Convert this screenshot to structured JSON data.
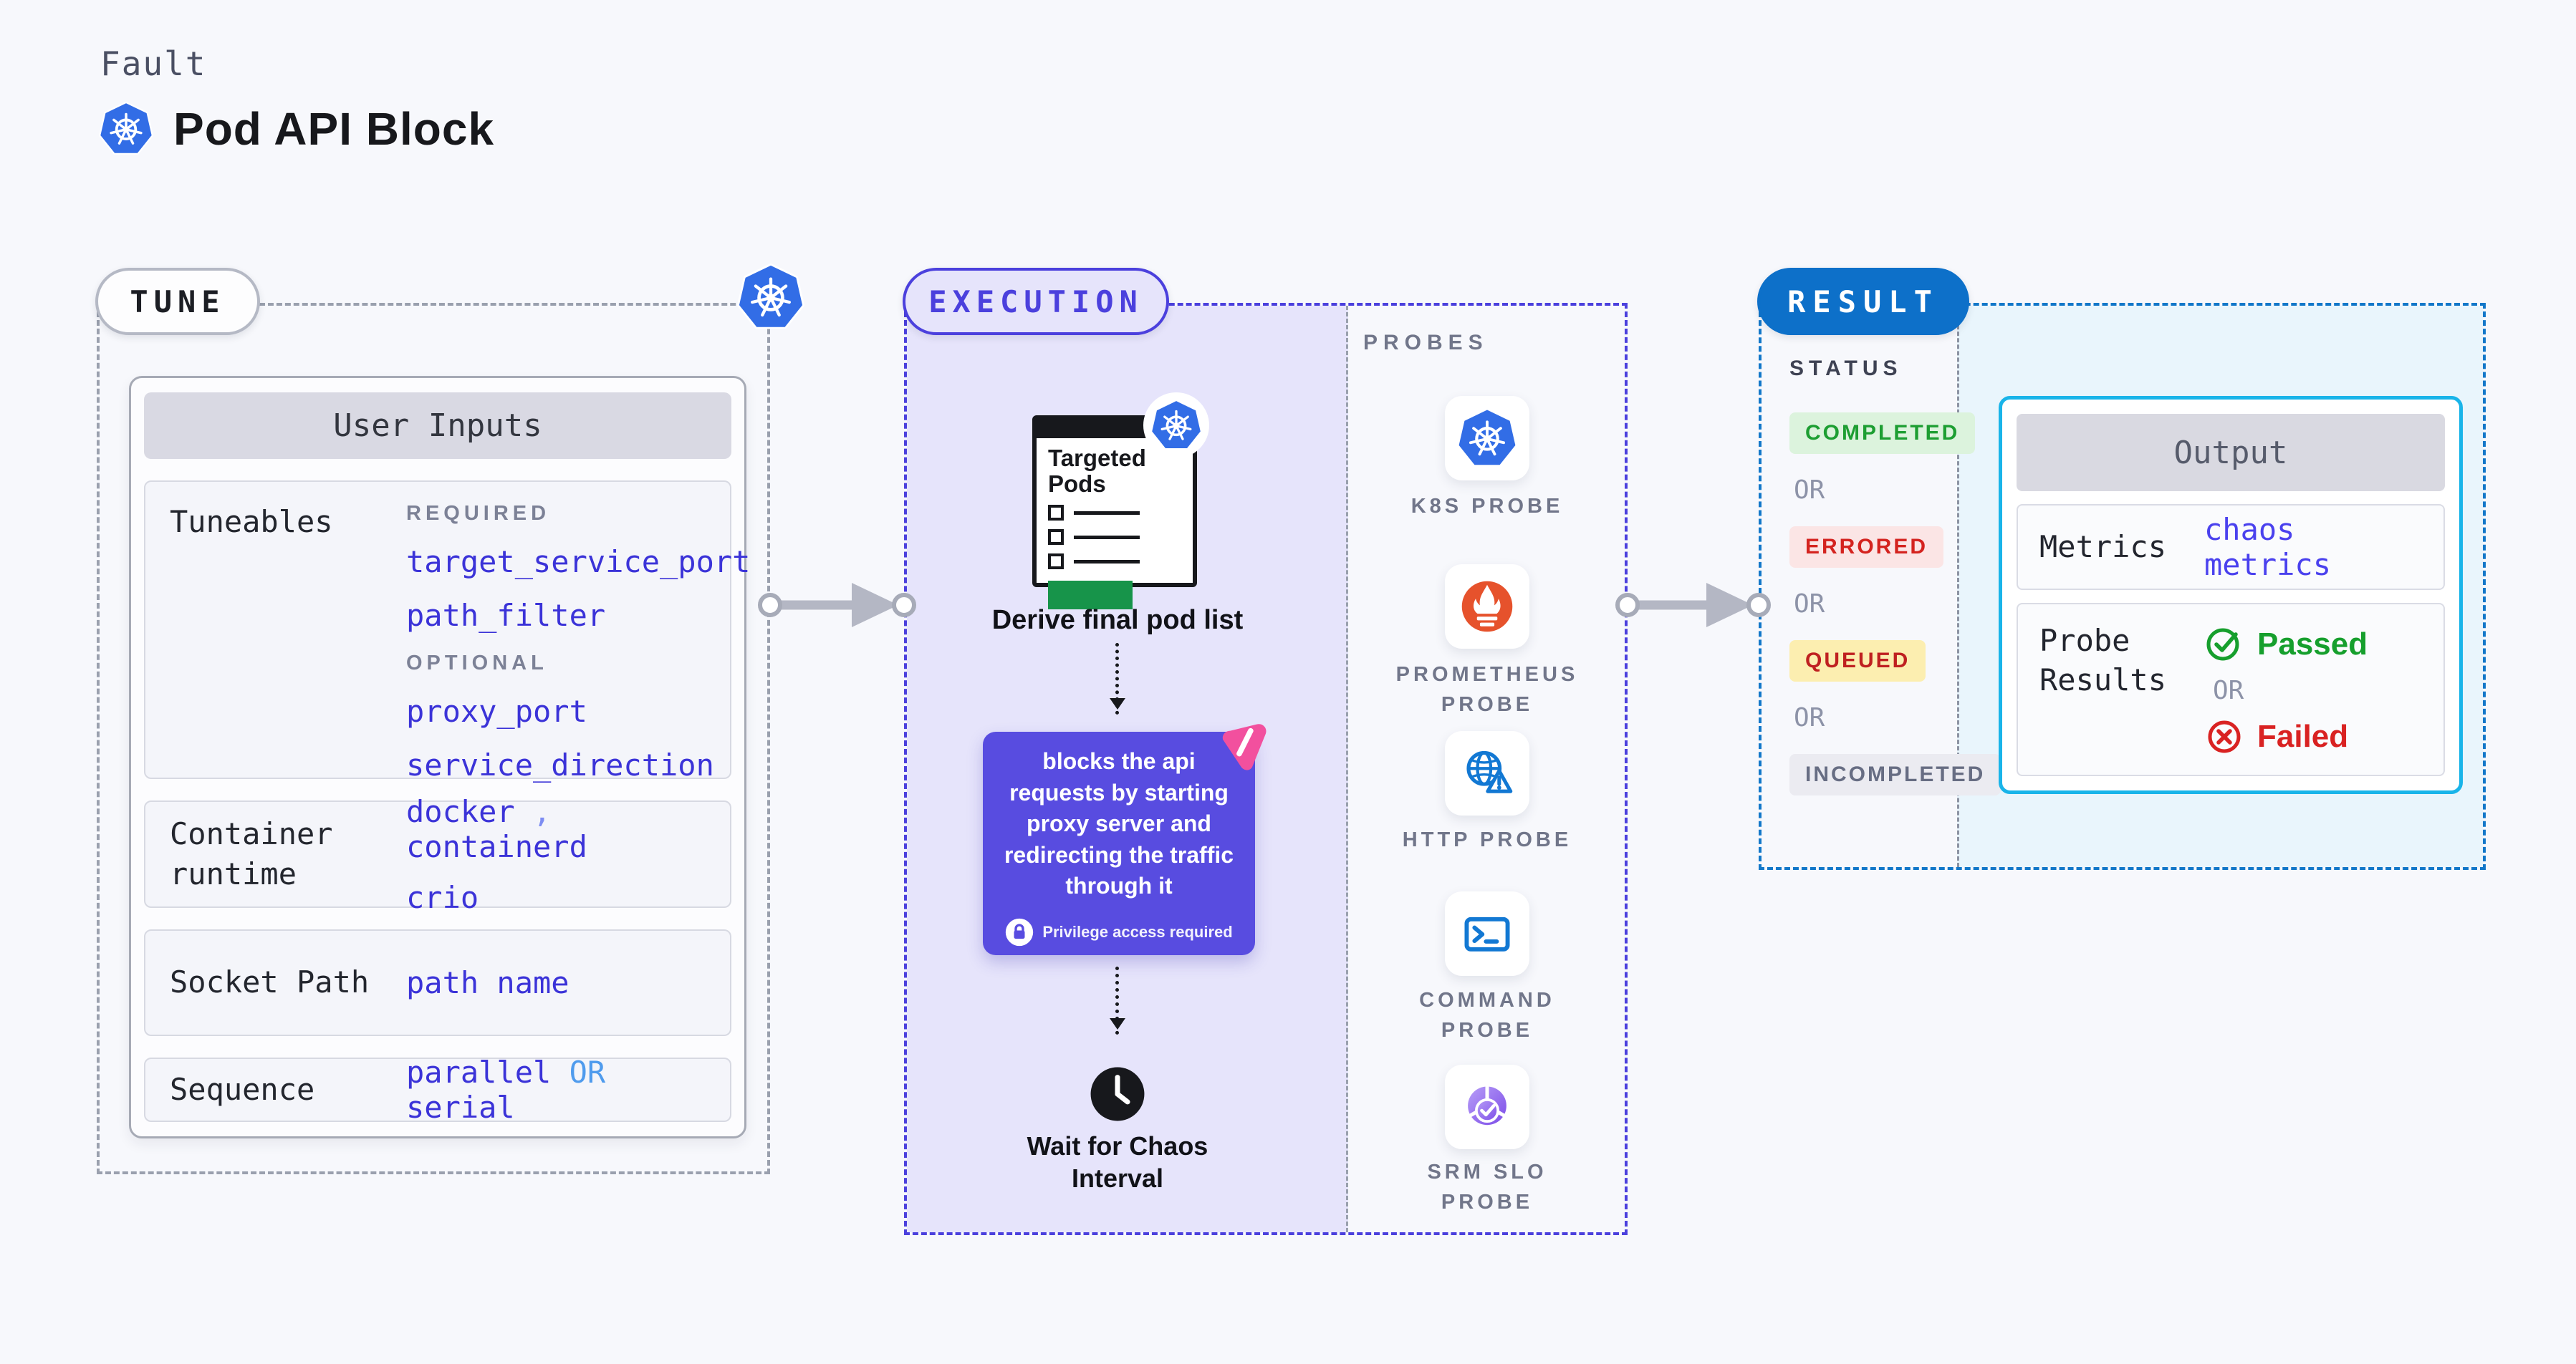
{
  "header": {
    "eyebrow": "Fault",
    "title": "Pod API Block",
    "icon": "kubernetes-icon"
  },
  "colors": {
    "background": "#f7f8fc",
    "kubernetes_blue": "#326de6",
    "tune_border_gray": "#9aa0ae",
    "execution_indigo": "#4b40dd",
    "execution_fill": "#e6e4fb",
    "fault_box_indigo": "#584ce0",
    "litmus_pink": "#f2509e",
    "result_blue": "#0d70c9",
    "output_cyan": "#19b4e9",
    "value_blue": "#3b33d8",
    "passed_green": "#169f2d",
    "failed_red": "#d92222",
    "prometheus_orange": "#e6522c",
    "green_bar": "#17944a"
  },
  "tune": {
    "pill_label": "TUNE",
    "card_title": "User Inputs",
    "tuneables": {
      "label": "Tuneables",
      "required_heading": "REQUIRED",
      "required_items": [
        "target_service_port",
        "path_filter"
      ],
      "optional_heading": "OPTIONAL",
      "optional_items": [
        "proxy_port",
        "service_direction"
      ]
    },
    "container_runtime": {
      "label": "Container runtime",
      "value1": "docker",
      "separator": ",",
      "value2": "containerd",
      "value3": "crio"
    },
    "socket_path": {
      "label": "Socket Path",
      "value": "path name"
    },
    "sequence": {
      "label": "Sequence",
      "option1": "parallel",
      "or": "OR",
      "option2": "serial"
    }
  },
  "execution": {
    "pill_label": "EXECUTION",
    "clipboard_title": "Targeted Pods",
    "derive_label": "Derive final pod list",
    "description": "blocks the api requests by starting proxy server and redirecting the traffic through it",
    "privilege_note": "Privilege access required",
    "wait_label": "Wait for Chaos Interval"
  },
  "probes": {
    "heading": "PROBES",
    "items": [
      {
        "label": "K8S PROBE",
        "icon": "kubernetes-icon"
      },
      {
        "label": "PROMETHEUS PROBE",
        "icon": "prometheus-icon"
      },
      {
        "label": "HTTP PROBE",
        "icon": "http-globe-warning-icon"
      },
      {
        "label": "COMMAND PROBE",
        "icon": "terminal-icon"
      },
      {
        "label": "SRM SLO PROBE",
        "icon": "slo-gauge-icon"
      }
    ]
  },
  "result": {
    "pill_label": "RESULT",
    "status_heading": "STATUS",
    "or": "OR",
    "statuses": [
      {
        "label": "COMPLETED",
        "fg": "#1d9e32",
        "bg": "#dcf3dd"
      },
      {
        "label": "ERRORED",
        "fg": "#d4231f",
        "bg": "#fbe5e5"
      },
      {
        "label": "QUEUED",
        "fg": "#bf2020",
        "bg": "#fceeb0"
      },
      {
        "label": "INCOMPLETED",
        "fg": "#676d83",
        "bg": "#ebebf1"
      }
    ],
    "output": {
      "title": "Output",
      "metrics_label": "Metrics",
      "metrics_value": "chaos metrics",
      "probe_results_label": "Probe Results",
      "passed_label": "Passed",
      "or": "OR",
      "failed_label": "Failed"
    }
  }
}
